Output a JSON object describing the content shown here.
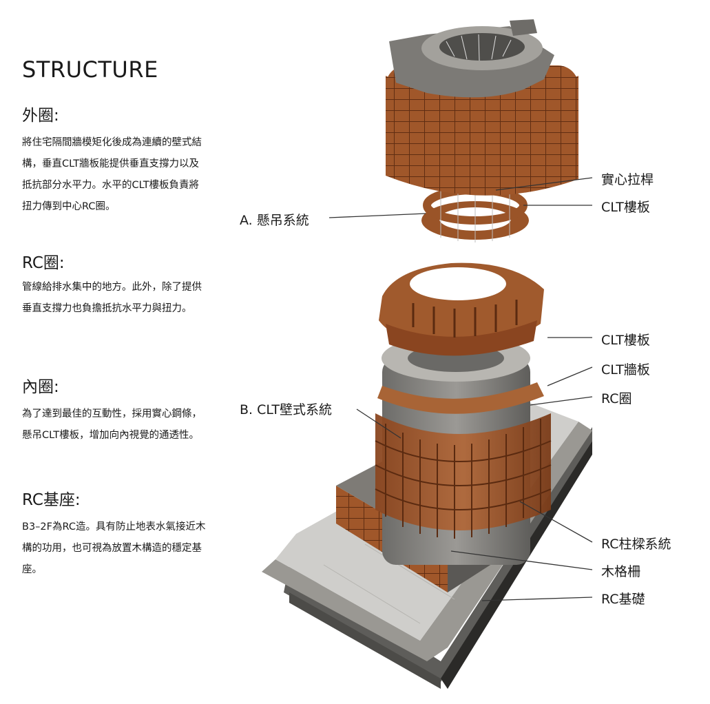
{
  "title": "STRUCTURE",
  "sections": [
    {
      "heading": "外圈:",
      "body": "將住宅隔間牆模矩化後成為連續的壁式結構，垂直CLT牆板能提供垂直支撐力以及抵抗部分水平力。水平的CLT樓板負責將扭力傳到中心RC圈。"
    },
    {
      "heading": "RC圈:",
      "body": "管線給排水集中的地方。此外，除了提供垂直支撐力也負擔抵抗水平力與扭力。"
    },
    {
      "heading": "內圈:",
      "body": "為了達到最佳的互動性，採用實心鋼條，懸吊CLT樓板，增加向內視覺的通透性。"
    },
    {
      "heading": "RC基座:",
      "body": "B3–2F為RC造。具有防止地表水氣接近木構的功用，也可視為放置木構造的穩定基座。"
    }
  ],
  "labels": {
    "solid_rod": "實心拉桿",
    "clt_floor_top": "CLT樓板",
    "suspension": "A. 懸吊系統",
    "clt_floor_mid": "CLT樓板",
    "clt_wall": "CLT牆板",
    "rc_ring": "RC圈",
    "clt_wall_system": "B. CLT壁式系統",
    "rc_beam_column": "RC柱樑系統",
    "timber_grille": "木格柵",
    "rc_foundation": "RC基礎"
  },
  "colors": {
    "wood": "#a0572a",
    "wood_dark": "#6e3516",
    "concrete": "#8c8a86",
    "concrete_dark": "#5b5a57",
    "base_light": "#c9c8c4"
  }
}
